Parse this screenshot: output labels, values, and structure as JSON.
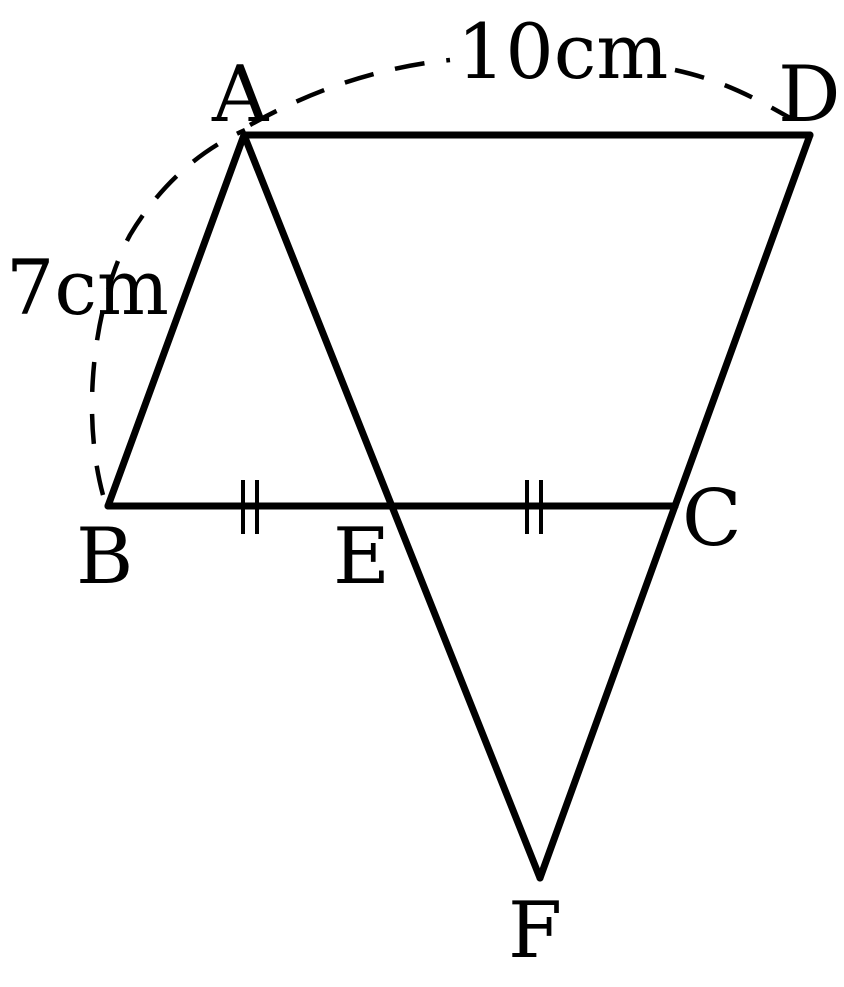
{
  "diagram": {
    "points": {
      "A": "A",
      "B": "B",
      "C": "C",
      "D": "D",
      "E": "E",
      "F": "F"
    },
    "measures": {
      "AD": "10cm",
      "AB": "7cm"
    },
    "equal_marks": "||",
    "colors": {
      "ink": "#000000",
      "background": "#ffffff"
    }
  }
}
